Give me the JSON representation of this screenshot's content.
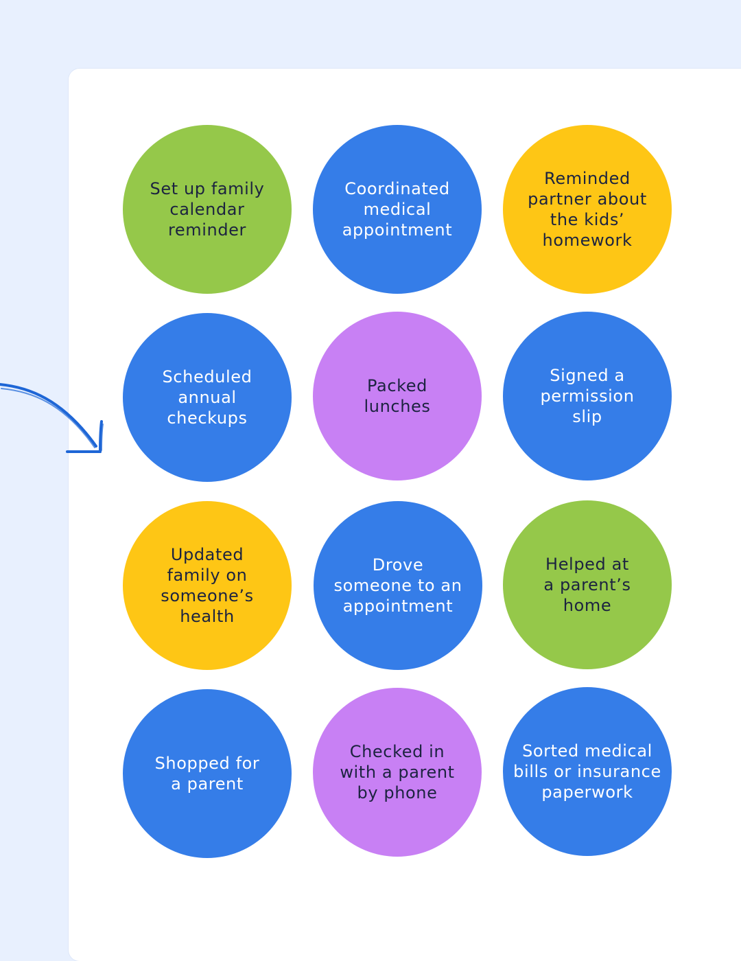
{
  "colors": {
    "background": "#e8f0fe",
    "card": "#ffffff",
    "green": "#95c84a",
    "blue": "#357de8",
    "yellow": "#fec615",
    "purple": "#c880f4",
    "dark_text": "#1c2340",
    "arrow": "#1e66d6"
  },
  "decorations": {
    "arrow_icon": "hand-drawn-arrow-icon"
  },
  "tasks": [
    {
      "label": "Set up family\ncalendar\nreminder",
      "color": "green"
    },
    {
      "label": "Coordinated\nmedical\nappointment",
      "color": "blue"
    },
    {
      "label": "Reminded\npartner about\nthe kids’\nhomework",
      "color": "yellow"
    },
    {
      "label": "Scheduled\nannual\ncheckups",
      "color": "blue"
    },
    {
      "label": "Packed\nlunches",
      "color": "purple"
    },
    {
      "label": "Signed a\npermission\nslip",
      "color": "blue"
    },
    {
      "label": "Updated\nfamily on\nsomeone’s\nhealth",
      "color": "yellow"
    },
    {
      "label": "Drove\nsomeone to an\nappointment",
      "color": "blue"
    },
    {
      "label": "Helped at\na parent’s\nhome",
      "color": "green"
    },
    {
      "label": "Shopped for\na parent",
      "color": "blue"
    },
    {
      "label": "Checked in\nwith a parent\nby phone",
      "color": "purple"
    },
    {
      "label": "Sorted medical\nbills or insurance\npaperwork",
      "color": "blue"
    }
  ]
}
